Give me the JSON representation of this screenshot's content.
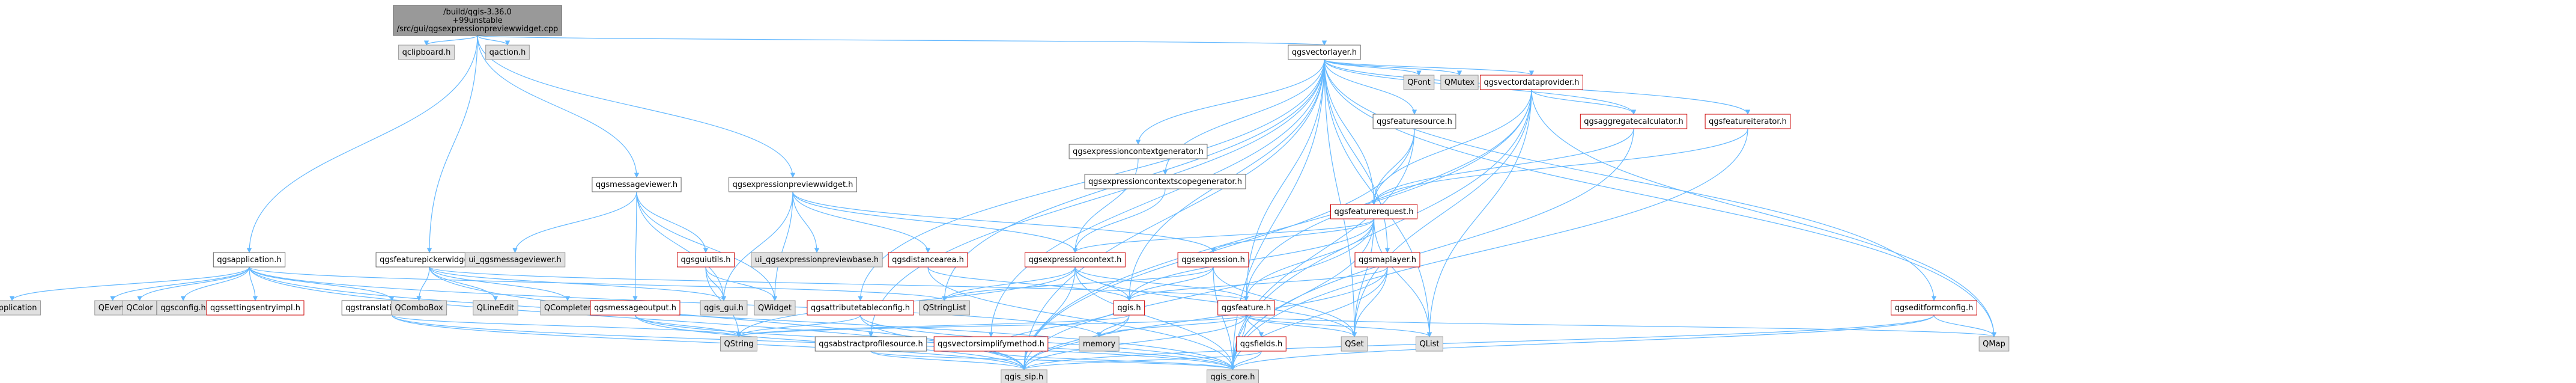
{
  "colors": {
    "root_fill": "#999999",
    "plain_fill": "#ffffff",
    "plain_stroke": "#666666",
    "external_fill": "#e0e0e0",
    "external_stroke": "#999999",
    "red_stroke": "#cc0000",
    "edge": "#63b8ff",
    "text": "#000000"
  },
  "nodes": [
    {
      "id": "root",
      "label": "/build/qgis-3.36.0+99unstable/src/gui/qgsexpressionpreviewwidget.cpp",
      "style": "root"
    },
    {
      "id": "qclipboard",
      "label": "qclipboard.h",
      "style": "external"
    },
    {
      "id": "qaction",
      "label": "qaction.h",
      "style": "external"
    },
    {
      "id": "qgsvectorlayer",
      "label": "qgsvectorlayer.h",
      "style": "plain"
    },
    {
      "id": "qfont",
      "label": "QFont",
      "style": "external"
    },
    {
      "id": "qmutex",
      "label": "QMutex",
      "style": "external"
    },
    {
      "id": "qgsvectordataprovider",
      "label": "qgsvectordataprovider.h",
      "style": "red"
    },
    {
      "id": "qgsfeaturesource",
      "label": "qgsfeaturesource.h",
      "style": "plain"
    },
    {
      "id": "qgsaggregatecalculator",
      "label": "qgsaggregatecalculator.h",
      "style": "red"
    },
    {
      "id": "qgsfeatureiterator",
      "label": "qgsfeatureiterator.h",
      "style": "red"
    },
    {
      "id": "qgsexpressioncontextgenerator",
      "label": "qgsexpressioncontextgenerator.h",
      "style": "plain"
    },
    {
      "id": "qgsexpressioncontextscopegenerator",
      "label": "qgsexpressioncontextscopegenerator.h",
      "style": "plain"
    },
    {
      "id": "qgsfeaturerequest",
      "label": "qgsfeaturerequest.h",
      "style": "red"
    },
    {
      "id": "qgsmessageviewer",
      "label": "qgsmessageviewer.h",
      "style": "plain"
    },
    {
      "id": "qgsexpressionpreviewwidget",
      "label": "qgsexpressionpreviewwidget.h",
      "style": "plain"
    },
    {
      "id": "qgsapplication",
      "label": "qgsapplication.h",
      "style": "plain"
    },
    {
      "id": "qgsfeaturepickerwidget",
      "label": "qgsfeaturepickerwidget.h",
      "style": "plain"
    },
    {
      "id": "ui_qgsmessageviewer",
      "label": "ui_qgsmessageviewer.h",
      "style": "external"
    },
    {
      "id": "qgsguiutils",
      "label": "qgsguiutils.h",
      "style": "red"
    },
    {
      "id": "ui_qgsexpressionpreviewbase",
      "label": "ui_qgsexpressionpreviewbase.h",
      "style": "external"
    },
    {
      "id": "qgsdistancearea",
      "label": "qgsdistancearea.h",
      "style": "red"
    },
    {
      "id": "qgsexpressioncontext",
      "label": "qgsexpressioncontext.h",
      "style": "red"
    },
    {
      "id": "qgsexpression",
      "label": "qgsexpression.h",
      "style": "red"
    },
    {
      "id": "qgsmapplayer",
      "label": "qgsmaplayer.h",
      "style": "red"
    },
    {
      "id": "qapplication",
      "label": "QApplication",
      "style": "external"
    },
    {
      "id": "qevent",
      "label": "QEvent",
      "style": "external"
    },
    {
      "id": "qcolor",
      "label": "QColor",
      "style": "external"
    },
    {
      "id": "qgsconfig",
      "label": "qgsconfig.h",
      "style": "external"
    },
    {
      "id": "qgssettingsentryimpl",
      "label": "qgssettingsentryimpl.h",
      "style": "red"
    },
    {
      "id": "qgstranslationcontext",
      "label": "qgstranslationcontext.h",
      "style": "plain"
    },
    {
      "id": "qcombobox",
      "label": "QComboBox",
      "style": "external"
    },
    {
      "id": "qlineedit",
      "label": "QLineEdit",
      "style": "external"
    },
    {
      "id": "qcompleter",
      "label": "QCompleter",
      "style": "external"
    },
    {
      "id": "qgsmessageoutput",
      "label": "qgsmessageoutput.h",
      "style": "red"
    },
    {
      "id": "qgis_gui",
      "label": "qgis_gui.h",
      "style": "external"
    },
    {
      "id": "qwidget",
      "label": "QWidget",
      "style": "external"
    },
    {
      "id": "qgsattributetableconfig",
      "label": "qgsattributetableconfig.h",
      "style": "red"
    },
    {
      "id": "qstringlist",
      "label": "QStringList",
      "style": "external"
    },
    {
      "id": "qgis",
      "label": "qgis.h",
      "style": "red"
    },
    {
      "id": "qgsfeature",
      "label": "qgsfeature.h",
      "style": "red"
    },
    {
      "id": "qgseditformconfig",
      "label": "qgseditformconfig.h",
      "style": "red"
    },
    {
      "id": "qstring",
      "label": "QString",
      "style": "external"
    },
    {
      "id": "qgsabstractprofilesource",
      "label": "qgsabstractprofilesource.h",
      "style": "plain"
    },
    {
      "id": "qgsvectorsimplifymethod",
      "label": "qgsvectorsimplifymethod.h",
      "style": "red"
    },
    {
      "id": "memory",
      "label": "memory",
      "style": "external"
    },
    {
      "id": "qgsfields",
      "label": "qgsfields.h",
      "style": "red"
    },
    {
      "id": "qset",
      "label": "QSet",
      "style": "external"
    },
    {
      "id": "qlist",
      "label": "QList",
      "style": "external"
    },
    {
      "id": "qmap",
      "label": "QMap",
      "style": "external"
    },
    {
      "id": "qgis_sip",
      "label": "qgis_sip.h",
      "style": "external"
    },
    {
      "id": "qgis_core",
      "label": "qgis_core.h",
      "style": "external"
    }
  ],
  "edges": [
    [
      "root",
      "qclipboard"
    ],
    [
      "root",
      "qaction"
    ],
    [
      "root",
      "qgsvectorlayer"
    ],
    [
      "root",
      "qgsmessageviewer"
    ],
    [
      "root",
      "qgsexpressionpreviewwidget"
    ],
    [
      "root",
      "qgsapplication"
    ],
    [
      "root",
      "qgsfeaturepickerwidget"
    ],
    [
      "qgsvectorlayer",
      "qfont"
    ],
    [
      "qgsvectorlayer",
      "qmutex"
    ],
    [
      "qgsvectorlayer",
      "qgsvectordataprovider"
    ],
    [
      "qgsvectorlayer",
      "qgsfeaturesource"
    ],
    [
      "qgsvectorlayer",
      "qgsaggregatecalculator"
    ],
    [
      "qgsvectorlayer",
      "qgsfeatureiterator"
    ],
    [
      "qgsvectorlayer",
      "qgsexpressioncontextgenerator"
    ],
    [
      "qgsvectorlayer",
      "qgsexpressioncontextscopegenerator"
    ],
    [
      "qgsvectorlayer",
      "qgsfeaturerequest"
    ],
    [
      "qgsvectorlayer",
      "qgsmapplayer"
    ],
    [
      "qgsvectorlayer",
      "qgsattributetableconfig"
    ],
    [
      "qgsvectorlayer",
      "qstringlist"
    ],
    [
      "qgsvectorlayer",
      "qgis"
    ],
    [
      "qgsvectorlayer",
      "qgsfeature"
    ],
    [
      "qgsvectorlayer",
      "qgseditformconfig"
    ],
    [
      "qgsvectorlayer",
      "qgsabstractprofilesource"
    ],
    [
      "qgsvectorlayer",
      "qgsvectorsimplifymethod"
    ],
    [
      "qgsvectorlayer",
      "qset"
    ],
    [
      "qgsvectorlayer",
      "qlist"
    ],
    [
      "qgsvectorlayer",
      "qmap"
    ],
    [
      "qgsvectorlayer",
      "qgis_sip"
    ],
    [
      "qgsvectorlayer",
      "qgis_core"
    ],
    [
      "qgsvectordataprovider",
      "qgsfeaturerequest"
    ],
    [
      "qgsvectordataprovider",
      "qgsaggregatecalculator"
    ],
    [
      "qgsvectordataprovider",
      "qgsfeature"
    ],
    [
      "qgsvectordataprovider",
      "qset"
    ],
    [
      "qgsvectordataprovider",
      "qlist"
    ],
    [
      "qgsvectordataprovider",
      "qmap"
    ],
    [
      "qgsvectordataprovider",
      "qgis_core"
    ],
    [
      "qgsvectordataprovider",
      "qgis_sip"
    ],
    [
      "qgsfeaturesource",
      "qgsfeaturerequest"
    ],
    [
      "qgsfeaturesource",
      "qgis_core"
    ],
    [
      "qgsfeaturesource",
      "qgis_sip"
    ],
    [
      "qgsaggregatecalculator",
      "qgsfeaturerequest"
    ],
    [
      "qgsaggregatecalculator",
      "qgis_core"
    ],
    [
      "qgsfeatureiterator",
      "qgsfeaturerequest"
    ],
    [
      "qgsfeatureiterator",
      "qgis_core"
    ],
    [
      "qgsexpressioncontextgenerator",
      "qgsexpressioncontext"
    ],
    [
      "qgsexpressioncontextscopegenerator",
      "qgsexpressioncontext"
    ],
    [
      "qgsfeaturerequest",
      "qgsexpression"
    ],
    [
      "qgsfeaturerequest",
      "qgsexpressioncontext"
    ],
    [
      "qgsfeaturerequest",
      "qgsfeature"
    ],
    [
      "qgsfeaturerequest",
      "qgis"
    ],
    [
      "qgsfeaturerequest",
      "qset"
    ],
    [
      "qgsfeaturerequest",
      "qlist"
    ],
    [
      "qgsfeaturerequest",
      "qgis_core"
    ],
    [
      "qgsfeaturerequest",
      "qgis_sip"
    ],
    [
      "qgsmessageviewer",
      "ui_qgsmessageviewer"
    ],
    [
      "qgsmessageviewer",
      "qgsguiutils"
    ],
    [
      "qgsmessageviewer",
      "qgsmessageoutput"
    ],
    [
      "qgsmessageviewer",
      "qgis_gui"
    ],
    [
      "qgsmessageviewer",
      "qwidget"
    ],
    [
      "qgsexpressionpreviewwidget",
      "ui_qgsexpressionpreviewbase"
    ],
    [
      "qgsexpressionpreviewwidget",
      "qgsdistancearea"
    ],
    [
      "qgsexpressionpreviewwidget",
      "qgsexpressioncontext"
    ],
    [
      "qgsexpressionpreviewwidget",
      "qgsexpression"
    ],
    [
      "qgsexpressionpreviewwidget",
      "qgis_gui"
    ],
    [
      "qgsexpressionpreviewwidget",
      "qwidget"
    ],
    [
      "qgsapplication",
      "qapplication"
    ],
    [
      "qgsapplication",
      "qevent"
    ],
    [
      "qgsapplication",
      "qcolor"
    ],
    [
      "qgsapplication",
      "qgsconfig"
    ],
    [
      "qgsapplication",
      "qgssettingsentryimpl"
    ],
    [
      "qgsapplication",
      "qgstranslationcontext"
    ],
    [
      "qgsapplication",
      "qstringlist"
    ],
    [
      "qgsapplication",
      "qgis_core"
    ],
    [
      "qgsapplication",
      "qgis_sip"
    ],
    [
      "qgsapplication",
      "memory"
    ],
    [
      "qgsfeaturepickerwidget",
      "qcombobox"
    ],
    [
      "qgsfeaturepickerwidget",
      "qlineedit"
    ],
    [
      "qgsfeaturepickerwidget",
      "qcompleter"
    ],
    [
      "qgsfeaturepickerwidget",
      "qgis_gui"
    ],
    [
      "qgsfeaturepickerwidget",
      "qgsfeature"
    ],
    [
      "qgsfeaturepickerwidget",
      "qgis_sip"
    ],
    [
      "qgsguiutils",
      "qgis_gui"
    ],
    [
      "qgsguiutils",
      "qwidget"
    ],
    [
      "qgsguiutils",
      "qstring"
    ],
    [
      "qgsdistancearea",
      "qgis_core"
    ],
    [
      "qgsdistancearea",
      "qgis"
    ],
    [
      "qgsexpressioncontext",
      "qstringlist"
    ],
    [
      "qgsexpressioncontext",
      "qgis"
    ],
    [
      "qgsexpressioncontext",
      "qset"
    ],
    [
      "qgsexpressioncontext",
      "qstring"
    ],
    [
      "qgsexpressioncontext",
      "qgsfeature"
    ],
    [
      "qgsexpressioncontext",
      "qgis_sip"
    ],
    [
      "qgsexpressioncontext",
      "qgis_core"
    ],
    [
      "qgsexpression",
      "qgis"
    ],
    [
      "qgsexpression",
      "qstringlist"
    ],
    [
      "qgsexpression",
      "qset"
    ],
    [
      "qgsexpression",
      "qgis_core"
    ],
    [
      "qgsmapplayer",
      "qgis"
    ],
    [
      "qgsmapplayer",
      "qset"
    ],
    [
      "qgsmapplayer",
      "qgis_core"
    ],
    [
      "qgsmapplayer",
      "qgis_sip"
    ],
    [
      "qgstranslationcontext",
      "qstring"
    ],
    [
      "qgstranslationcontext",
      "qgis_core"
    ],
    [
      "qgstranslationcontext",
      "qgis_sip"
    ],
    [
      "qgsmessageoutput",
      "qstring"
    ],
    [
      "qgsmessageoutput",
      "qgis_core"
    ],
    [
      "qgsmessageoutput",
      "qgis_sip"
    ],
    [
      "qgsattributetableconfig",
      "qstring"
    ],
    [
      "qgsattributetableconfig",
      "qgis_core"
    ],
    [
      "qgsattributetableconfig",
      "qgis_sip"
    ],
    [
      "qgis",
      "qgis_sip"
    ],
    [
      "qgis",
      "memory"
    ],
    [
      "qgis",
      "qstring"
    ],
    [
      "qgsfeature",
      "qgsfields"
    ],
    [
      "qgsfeature",
      "qlist"
    ],
    [
      "qgsfeature",
      "qmap"
    ],
    [
      "qgsfeature",
      "qset"
    ],
    [
      "qgsfeature",
      "memory"
    ],
    [
      "qgsfeature",
      "qgis_core"
    ],
    [
      "qgsfeature",
      "qgis_sip"
    ],
    [
      "qgsfeature",
      "qstring"
    ],
    [
      "qgseditformconfig",
      "qmap"
    ],
    [
      "qgseditformconfig",
      "qgis_core"
    ],
    [
      "qgseditformconfig",
      "qgis_sip"
    ],
    [
      "qgsabstractprofilesource",
      "qgis_core"
    ],
    [
      "qgsabstractprofilesource",
      "qgis_sip"
    ],
    [
      "qgsvectorsimplifymethod",
      "qgis_core"
    ],
    [
      "qgsvectorsimplifymethod",
      "qgis"
    ],
    [
      "qgsfields",
      "qgis_core"
    ],
    [
      "qgsfields",
      "qgis_sip"
    ]
  ]
}
